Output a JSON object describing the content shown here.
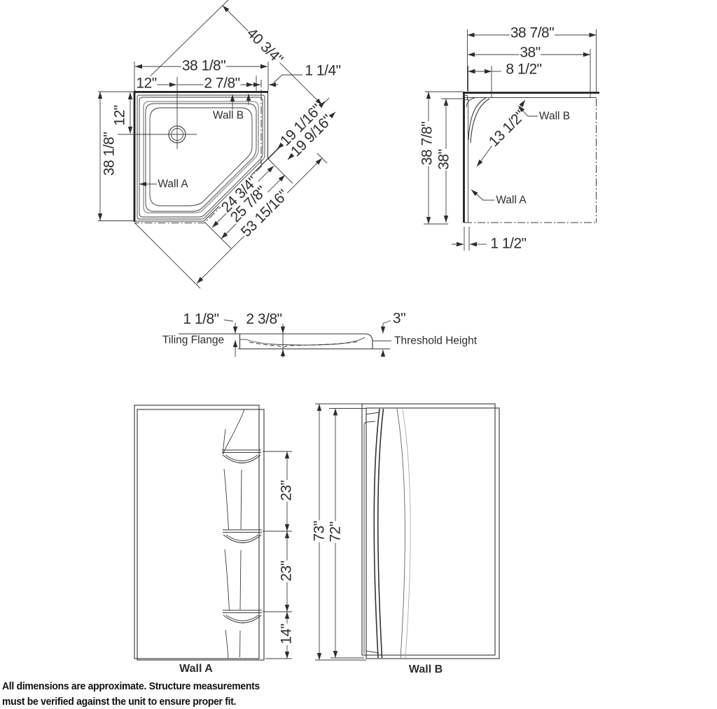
{
  "colors": {
    "line": "#333333",
    "heavy_line": "#1f1f1f",
    "rim_gray": "#ababab",
    "text": "#2d2d2d"
  },
  "plan": {
    "dim_top_width": "38 1/8\"",
    "dim_drain_offset_h": "12\"",
    "dim_rim_width": "2 7/8\"",
    "dim_corner_gap": "1 1/4\"",
    "dim_diagonal_width": "40 3/4\"",
    "dim_cut_a": "19 1/16\"",
    "dim_cut_b": "19 9/16\"",
    "dim_drain_offset_v": "12\"",
    "dim_side": "38 1/8\"",
    "dim_cut_inner": "24 3/4\"",
    "dim_cut_edge": "25 7/8\"",
    "dim_total_diagonal": "53 15/16\"",
    "wall_a": "Wall A",
    "wall_b": "Wall B"
  },
  "corner": {
    "dim_top_outer": "38 7/8\"",
    "dim_top_inner": "38\"",
    "dim_seat_offset": "8 1/2\"",
    "dim_seat_front": "13 1/2\"",
    "dim_side_outer": "38 7/8\"",
    "dim_side_inner": "38\"",
    "dim_wall_thickness": "1 1/2\"",
    "wall_a": "Wall A",
    "wall_b": "Wall B"
  },
  "section": {
    "dim_tiling_flange": "1 1/8\"",
    "label_tiling_flange": "Tiling Flange",
    "dim_basin_depth": "2 3/8\"",
    "dim_threshold": "3\"",
    "label_threshold": "Threshold Height"
  },
  "elevations": {
    "dim_shelf_top": "23\"",
    "dim_shelf_mid": "23\"",
    "dim_shelf_bottom": "14\"",
    "dim_height_outer": "73\"",
    "dim_height_inner": "72\"",
    "label_wall_a": "Wall A",
    "label_wall_b": "Wall B"
  },
  "footer": {
    "line1": "All dimensions are approximate. Structure measurements",
    "line2": "must be verified against the unit to ensure proper fit."
  }
}
